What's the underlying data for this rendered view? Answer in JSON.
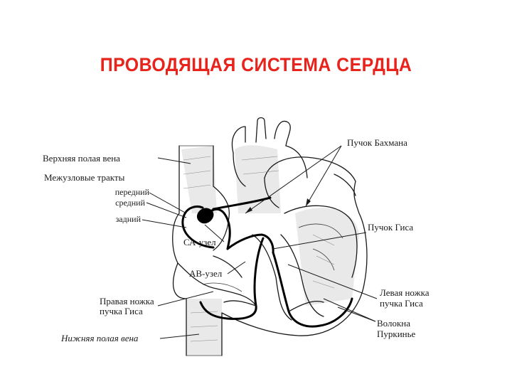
{
  "title": "ПРОВОДЯЩАЯ СИСТЕМА СЕРДЦА",
  "labels": {
    "svc": "Верхняя полая вена",
    "internodal": "Межузловые тракты",
    "anterior": "передний",
    "middle": "средний",
    "posterior": "задний",
    "sa_node": "СА-узел",
    "av_node": "АВ-узел",
    "right_bundle_1": "Правая ножка",
    "right_bundle_2": "пучка Гиса",
    "ivc": "Нижняя полая вена",
    "bachmann": "Пучок Бахмана",
    "his_bundle": "Пучок Гиса",
    "left_bundle_1": "Левая ножка",
    "left_bundle_2": "пучка Гиса",
    "purkinje_1": "Волокна",
    "purkinje_2": "Пуркинье"
  },
  "colors": {
    "title": "#e8231b",
    "ink": "#1a1a1a"
  }
}
